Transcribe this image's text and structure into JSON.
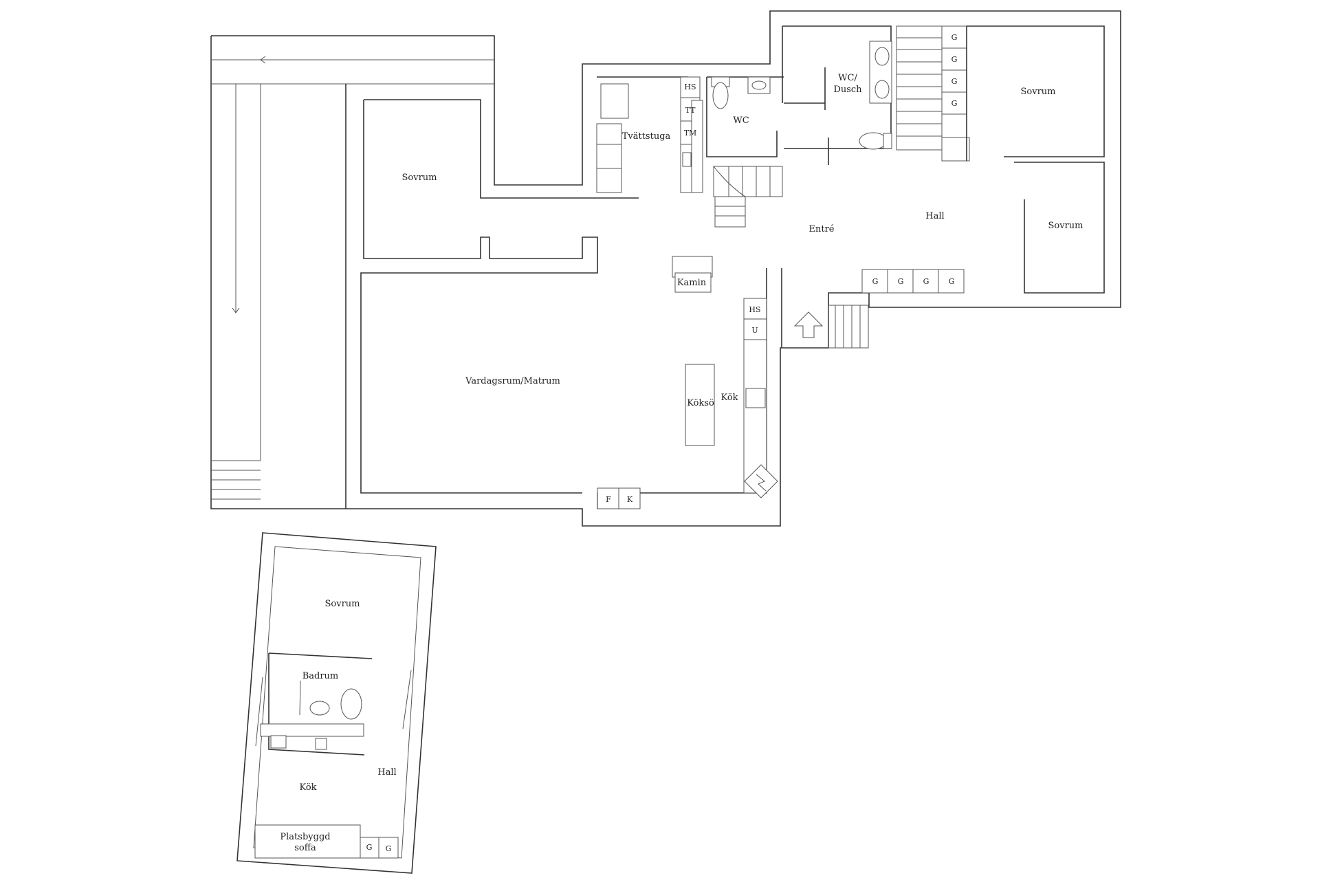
{
  "rooms": {
    "sovrum_west": "Sovrum",
    "tvattstuga": "Tvättstuga",
    "wc": "WC",
    "wc_dusch_line1": "WC/",
    "wc_dusch_line2": "Dusch",
    "sovrum_ne": "Sovrum",
    "entre": "Entré",
    "hall": "Hall",
    "sovrum_e": "Sovrum",
    "kamin": "Kamin",
    "vardagsrum": "Vardagsrum/Matrum",
    "koksoe": "Köksö",
    "kok": "Kök",
    "annex_sovrum": "Sovrum",
    "annex_badrum": "Badrum",
    "annex_hall": "Hall",
    "annex_kok": "Kök",
    "annex_soffa_line1": "Platsbyggd",
    "annex_soffa_line2": "soffa"
  },
  "tags": {
    "hs": "HS",
    "tt": "TT",
    "tm": "TM",
    "u": "U",
    "f": "F",
    "k": "K",
    "g": "G"
  },
  "colors": {
    "line": "#333333",
    "background": "#ffffff"
  }
}
